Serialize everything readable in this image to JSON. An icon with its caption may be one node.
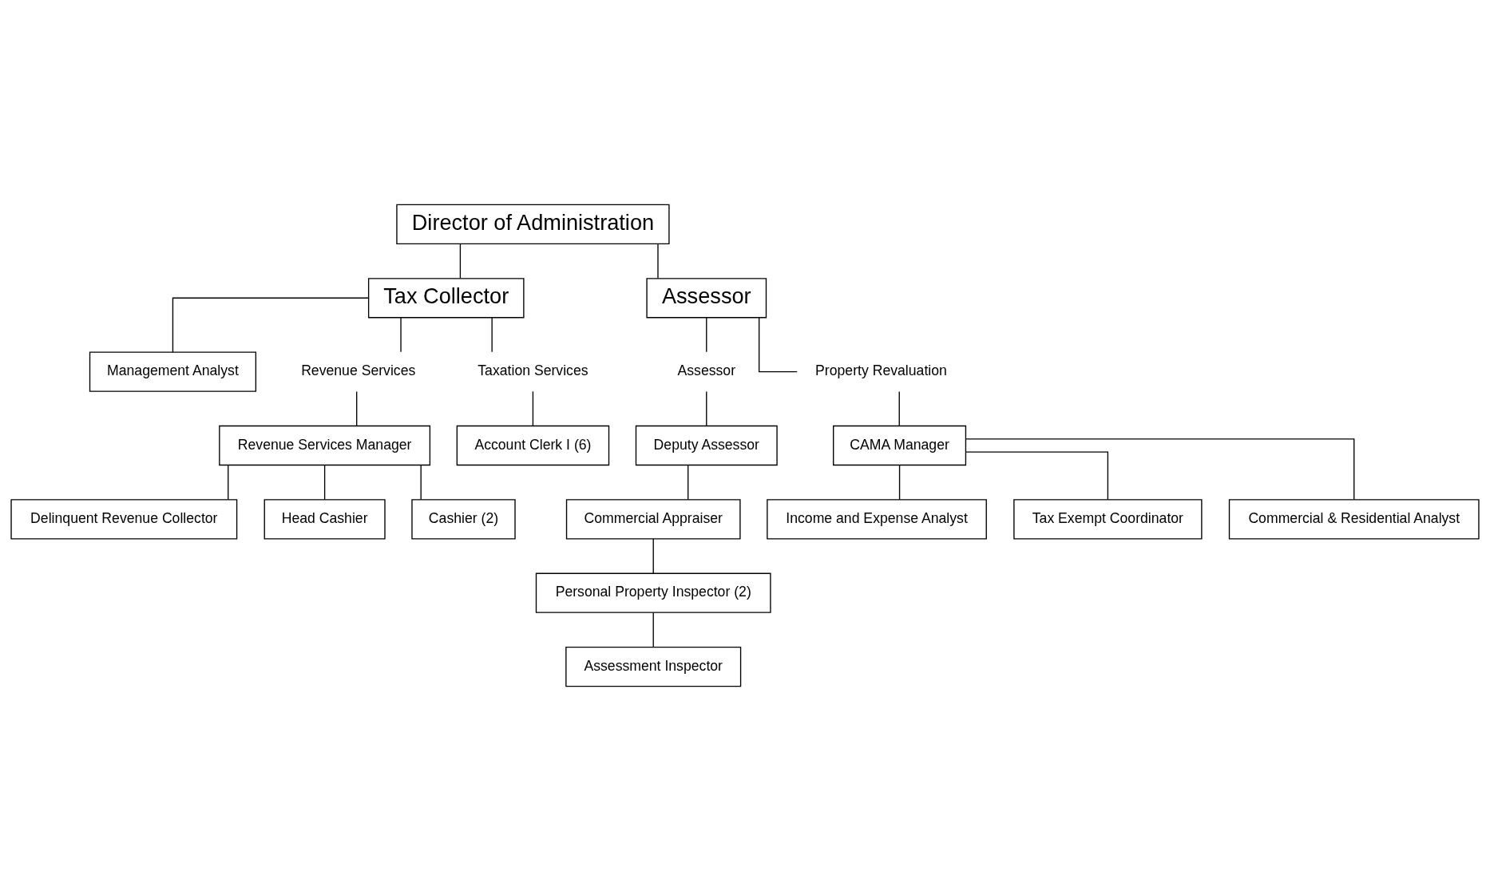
{
  "diagram": {
    "nodes": [
      {
        "text": [
          "Director of Administration"
        ]
      },
      {
        "text": [
          "Tax Collector"
        ]
      },
      {
        "text": [
          "Assessor"
        ]
      },
      {
        "text": [
          "Management Analyst"
        ]
      },
      {
        "text": [
          "Revenue Services"
        ]
      },
      {
        "text": [
          "Taxation Services"
        ]
      },
      {
        "text": [
          "Revenue Services Manager"
        ]
      },
      {
        "text": [
          "Account Clerk I (6)"
        ]
      },
      {
        "text": [
          "Delinquent Revenue Collector"
        ]
      },
      {
        "text": [
          "Head Cashier"
        ]
      },
      {
        "text": [
          "Cashier (2)"
        ]
      },
      {
        "text": [
          "Assessor"
        ]
      },
      {
        "text": [
          "Property Revaluation"
        ]
      },
      {
        "text": [
          "Deputy Assessor"
        ]
      },
      {
        "text": [
          "Commercial Appraiser"
        ]
      },
      {
        "text": [
          "Personal Property Inspector (2)"
        ]
      },
      {
        "text": [
          "Assessment Inspector"
        ]
      },
      {
        "text": [
          "CAMA Manager"
        ]
      },
      {
        "text": [
          "Income and Expense Analyst"
        ]
      },
      {
        "text": [
          "Tax Exempt Coordinator"
        ]
      },
      {
        "text": [
          "Commercial & Residential Analyst"
        ]
      }
    ],
    "edges": [
      {
        "from": 0,
        "to": 1,
        "arrow": "none"
      },
      {
        "from": 0,
        "to": 2,
        "arrow": "none"
      },
      {
        "from": 1,
        "to": 3,
        "arrow": "none"
      },
      {
        "from": 1,
        "to": 4,
        "arrow": "none"
      },
      {
        "from": 1,
        "to": 5,
        "arrow": "none"
      },
      {
        "from": 4,
        "to": 6,
        "arrow": "none"
      },
      {
        "from": 5,
        "to": 7,
        "arrow": "none"
      },
      {
        "from": 6,
        "to": 8,
        "arrow": "none"
      },
      {
        "from": 6,
        "to": 9,
        "arrow": "none"
      },
      {
        "from": 6,
        "to": 10,
        "arrow": "none"
      },
      {
        "from": 2,
        "to": 11,
        "arrow": "none"
      },
      {
        "from": 2,
        "to": 12,
        "arrow": "none"
      },
      {
        "from": 11,
        "to": 13,
        "arrow": "none"
      },
      {
        "from": 13,
        "to": 14,
        "arrow": "none"
      },
      {
        "from": 14,
        "to": 15,
        "arrow": "none"
      },
      {
        "from": 15,
        "to": 16,
        "arrow": "none"
      },
      {
        "from": 12,
        "to": 17,
        "arrow": "none"
      },
      {
        "from": 17,
        "to": 18,
        "arrow": "none"
      },
      {
        "from": 17,
        "to": 19,
        "arrow": "none"
      },
      {
        "from": 17,
        "to": 20,
        "arrow": "none"
      }
    ]
  }
}
